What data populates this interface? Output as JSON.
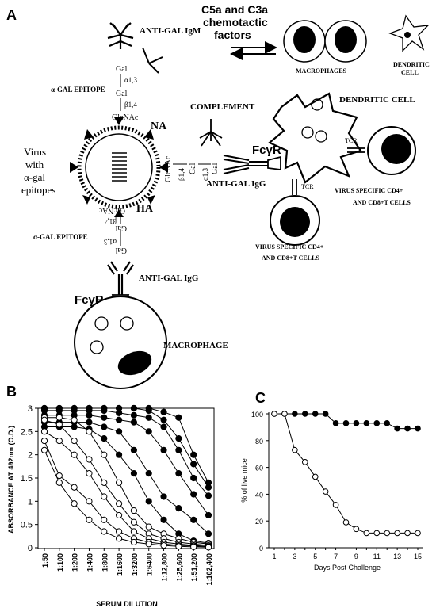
{
  "panel_a": {
    "letter": "A",
    "anti_gal_igm": "ANTI-GAL IgM",
    "c5a_line1": "C5a and C3a",
    "c5a_line2": "chemotactic",
    "c5a_line3": "factors",
    "macrophages": "MACROPHAGES",
    "dendritic_cell_1": "DENDRITIC",
    "dendritic_cell_2": "CELL",
    "alpha_gal_epitope": "α-GAL EPITOPE",
    "gal": "Gal",
    "a13": "α1,3",
    "b14": "β1,4",
    "glcnac": "GlcNAc",
    "na": "NA",
    "ha": "HA",
    "complement": "COMPLEMENT",
    "dendritic_cell": "DENDRITIC CELL",
    "virus_1": "Virus",
    "virus_2": "with",
    "virus_3": "α-gal",
    "virus_4": "epitopes",
    "fcgr": "FcγR",
    "tcr": "TCR",
    "anti_gal_igg": "ANTI-GAL IgG",
    "vs_right_1": "VIRUS  SPECIFIC CD4+",
    "vs_right_2": "AND CD8+T CELLS",
    "vs_bottom_1": "VIRUS  SPECIFIC  CD4+",
    "vs_bottom_2": "AND CD8+T CELLS",
    "macrophage": "MACROPHAGE"
  },
  "panel_b_letter": "B",
  "panel_c_letter": "C",
  "chart_data": [
    {
      "type": "line",
      "ylabel": "ABSORBANCE AT 492nm (O.D.)",
      "xlabel": "SERUM DILUTION",
      "categories": [
        "1:50",
        "1:100",
        "1:200",
        "1:400",
        "1:800",
        "1:1600",
        "1:3200",
        "1:6400",
        "1:12,800",
        "1:25,600",
        "1:51,200",
        "1:102,400"
      ],
      "ylim": [
        0,
        3
      ],
      "yticks": [
        "0",
        "0.5",
        "1",
        "1.5",
        "2",
        "2.5",
        "3"
      ],
      "series": [
        {
          "marker": "filled",
          "values": [
            3.0,
            3.0,
            3.0,
            3.0,
            3.0,
            3.0,
            3.0,
            3.0,
            2.92,
            2.8,
            2.0,
            1.4
          ]
        },
        {
          "marker": "filled",
          "values": [
            3.0,
            3.0,
            3.0,
            3.0,
            3.0,
            3.0,
            3.0,
            2.95,
            2.75,
            2.35,
            1.8,
            1.3
          ]
        },
        {
          "marker": "filled",
          "values": [
            2.95,
            2.95,
            2.95,
            2.95,
            2.95,
            2.9,
            2.85,
            2.8,
            2.6,
            2.1,
            1.5,
            1.12
          ]
        },
        {
          "marker": "filled",
          "values": [
            2.85,
            2.85,
            2.85,
            2.85,
            2.8,
            2.75,
            2.7,
            2.5,
            2.1,
            1.6,
            1.15,
            0.7
          ]
        },
        {
          "marker": "filled",
          "values": [
            2.7,
            2.7,
            2.7,
            2.7,
            2.6,
            2.5,
            2.1,
            1.6,
            1.1,
            0.85,
            0.6,
            0.3
          ]
        },
        {
          "marker": "filled",
          "values": [
            2.6,
            2.6,
            2.6,
            2.55,
            2.35,
            2.0,
            1.6,
            1.0,
            0.6,
            0.3,
            0.15,
            0.1
          ]
        },
        {
          "marker": "open",
          "values": [
            2.8,
            2.8,
            2.75,
            2.5,
            2.0,
            1.4,
            0.8,
            0.45,
            0.3,
            0.2,
            0.12,
            0.08
          ]
        },
        {
          "marker": "open",
          "values": [
            2.75,
            2.65,
            2.3,
            1.9,
            1.4,
            0.95,
            0.55,
            0.3,
            0.2,
            0.12,
            0.08,
            0.05
          ]
        },
        {
          "marker": "open",
          "values": [
            2.5,
            2.3,
            2.0,
            1.6,
            1.1,
            0.7,
            0.35,
            0.2,
            0.12,
            0.08,
            0.05,
            0.03
          ]
        },
        {
          "marker": "open",
          "values": [
            2.3,
            1.55,
            1.3,
            1.0,
            0.6,
            0.35,
            0.2,
            0.12,
            0.08,
            0.05,
            0.04,
            0.02
          ]
        },
        {
          "marker": "open",
          "values": [
            2.1,
            1.4,
            0.95,
            0.6,
            0.35,
            0.2,
            0.12,
            0.08,
            0.05,
            0.03,
            0.02,
            0.01
          ]
        }
      ]
    },
    {
      "type": "line",
      "ylabel": "% of live mice",
      "xlabel": "Days Post Challenge",
      "x": [
        1,
        2,
        3,
        4,
        5,
        6,
        7,
        8,
        9,
        10,
        11,
        12,
        13,
        14,
        15
      ],
      "xticks": [
        "1",
        "3",
        "5",
        "7",
        "9",
        "11",
        "13",
        "15"
      ],
      "yticks": [
        "0",
        "20",
        "40",
        "60",
        "80",
        "100"
      ],
      "ylim": [
        0,
        100
      ],
      "xlim": [
        1,
        15
      ],
      "series": [
        {
          "marker": "filled",
          "values": [
            100,
            100,
            100,
            100,
            100,
            100,
            93,
            93,
            93,
            93,
            93,
            93,
            89,
            89,
            89
          ]
        },
        {
          "marker": "open",
          "values": [
            100,
            100,
            73,
            64,
            53,
            42,
            32,
            19,
            14,
            11,
            11,
            11,
            11,
            11,
            11
          ]
        }
      ]
    }
  ]
}
